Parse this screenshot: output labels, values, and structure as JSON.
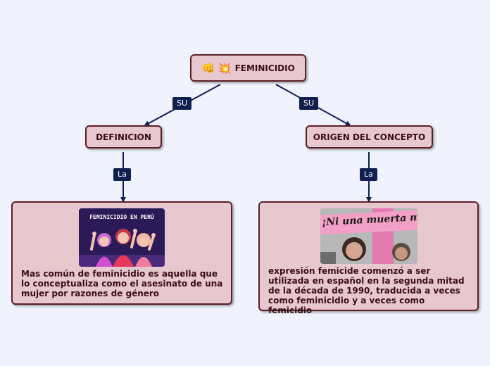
{
  "root": {
    "emoji1": "👊",
    "emoji2": "💥",
    "title": "FEMINICIDIO"
  },
  "branches": {
    "left": {
      "connector_label": "SU",
      "title": "DEFINICION",
      "child_connector_label": "La",
      "image_caption": "FEMINICIDIO EN PERÚ",
      "text": "Mas común de feminicidio es aquella que lo conceptualiza como el asesinato de una mujer por razones de género"
    },
    "right": {
      "connector_label": "SU",
      "title": "ORIGEN DEL CONCEPTO",
      "child_connector_label": "La",
      "image_caption": "¡Ni una muerta más!",
      "text": "expresión femicide comenzó a ser utilizada en español en la segunda mitad de la década de 1990, traducida a veces como feminicidio y a veces como femicidio"
    }
  },
  "colors": {
    "background": "#f0f3fd",
    "node_fill": "#e8c8cf",
    "node_border": "#5a1f28",
    "connector": "#0f2050",
    "label_fill": "#0f2050"
  }
}
